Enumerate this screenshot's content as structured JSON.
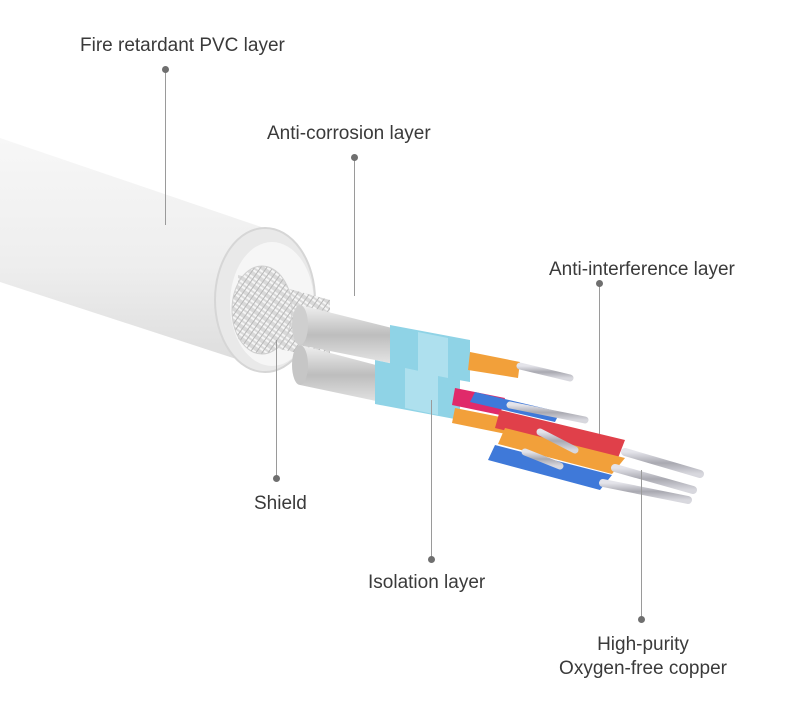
{
  "labels": {
    "pvc": "Fire retardant PVC layer",
    "anticorrosion": "Anti-corrosion layer",
    "antiinterference": "Anti-interference layer",
    "shield": "Shield",
    "isolation": "Isolation layer",
    "copper_line1": "High-purity",
    "copper_line2": "Oxygen-free copper"
  },
  "colors": {
    "jacket": "#f1f1f1",
    "foil": "#d3d3d3",
    "isolation": "#8fd3e6",
    "red": "#e0404a",
    "orange": "#f2a03a",
    "blue": "#3f79d9",
    "magenta": "#e02a6a",
    "copper": "#c7c7cd"
  }
}
